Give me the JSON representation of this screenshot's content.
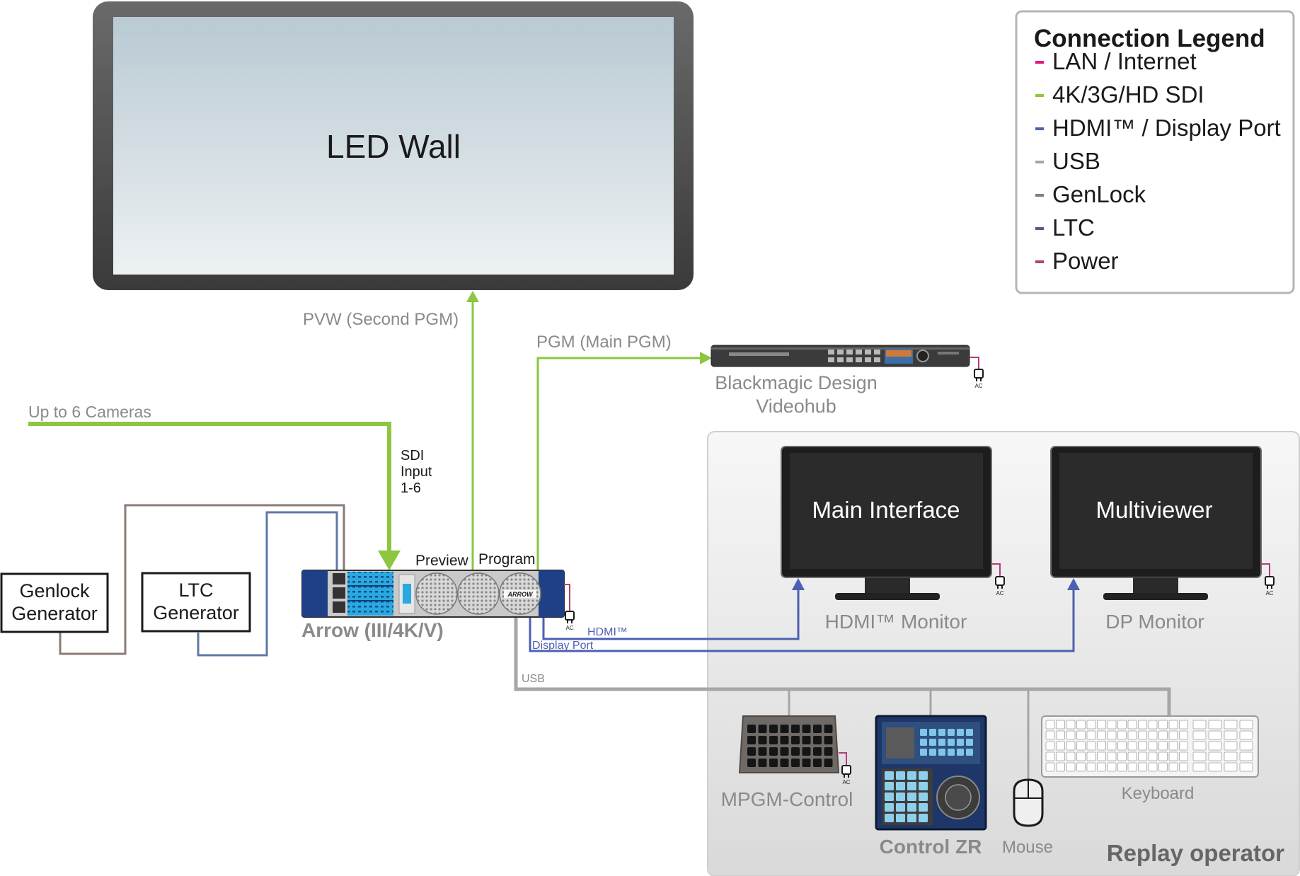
{
  "led_wall": {
    "label": "LED Wall"
  },
  "legend": {
    "title": "Connection Legend",
    "items": [
      {
        "label": "LAN / Internet",
        "color": "#e0197d"
      },
      {
        "label": "4K/3G/HD SDI",
        "color": "#8dc63f"
      },
      {
        "label": "HDMI™ / Display Port",
        "color": "#4d5fb3"
      },
      {
        "label": "USB",
        "color": "#a6a6a6"
      },
      {
        "label": "GenLock",
        "color": "#8c7b75"
      },
      {
        "label": "LTC",
        "color": "#5a5a8a"
      },
      {
        "label": "Power",
        "color": "#b0407a"
      }
    ]
  },
  "signals": {
    "pvw": "PVW (Second PGM)",
    "pgm": "PGM (Main PGM)",
    "cameras": "Up to 6 Cameras",
    "sdi_1": "SDI",
    "sdi_2": "Input",
    "sdi_3": "1-6",
    "hdmi": "HDMI™",
    "displayport": "Display Port",
    "usb": "USB"
  },
  "videohub": {
    "line1": "Blackmagic Design",
    "line2": "Videohub"
  },
  "genlock": {
    "line1": "Genlock",
    "line2": "Generator"
  },
  "ltc": {
    "line1": "LTC",
    "line2": "Generator"
  },
  "arrow": {
    "name": "Arrow (III/4K/V)",
    "preview": "Preview",
    "program": "Program",
    "badge": "ARROW"
  },
  "monitors": [
    {
      "screen": "Main Interface",
      "caption": "HDMI™ Monitor"
    },
    {
      "screen": "Multiviewer",
      "caption": "DP Monitor"
    }
  ],
  "peripherals": {
    "mpgm": "MPGM-Control",
    "control_zr": "Control ZR",
    "mouse": "Mouse",
    "keyboard": "Keyboard"
  },
  "replay_area": {
    "label": "Replay operator"
  },
  "power": {
    "ac": "AC"
  }
}
